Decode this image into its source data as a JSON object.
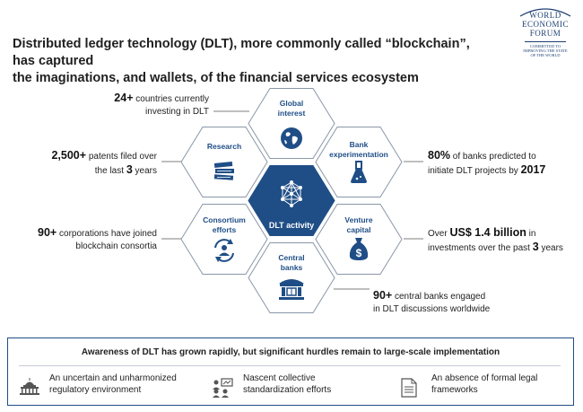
{
  "title": {
    "line1": "Distributed ledger technology (DLT), more commonly called “blockchain”, has captured",
    "line2": "the imaginations, and wallets, of the financial services ecosystem"
  },
  "logo": {
    "line1": "WORLD",
    "line2": "ECONOMIC",
    "line3": "FORUM",
    "tagline1": "COMMITTED TO",
    "tagline2": "IMPROVING THE STATE",
    "tagline3": "OF THE WORLD"
  },
  "hexagons": {
    "global": {
      "line1": "Global",
      "line2": "interest",
      "icon": "globe-icon"
    },
    "research": {
      "line1": "Research",
      "icon": "books-icon"
    },
    "bank_exp": {
      "line1": "Bank",
      "line2": "experimentation",
      "icon": "flask-icon"
    },
    "center": {
      "line1": "DLT activity",
      "icon": "network-icon"
    },
    "consortium": {
      "line1": "Consortium",
      "line2": "efforts",
      "icon": "cycle-people-icon"
    },
    "venture": {
      "line1": "Venture",
      "line2": "capital",
      "icon": "money-bag-icon"
    },
    "central_banks": {
      "line1": "Central",
      "line2": "banks",
      "icon": "bank-building-icon"
    }
  },
  "stats": {
    "countries": {
      "bold": "24+",
      "text1": " countries currently",
      "text2": "investing in DLT"
    },
    "patents": {
      "bold": "2,500+",
      "text1": " patents filed over",
      "text2a": "the last ",
      "bold2": "3",
      "text2b": " years"
    },
    "corporations": {
      "bold": "90+",
      "text1": " corporations have joined",
      "text2": "blockchain consortia"
    },
    "banks_predicted": {
      "bold": "80%",
      "text1": " of banks predicted to",
      "text2a": "initiate DLT projects by ",
      "bold2": "2017"
    },
    "investments": {
      "text1a": "Over ",
      "bold": "US$ 1.4 billion",
      "text1b": " in",
      "text2a": "investments over the past ",
      "bold2": "3",
      "text2b": " years"
    },
    "central_banks": {
      "bold": "90+",
      "text1": " central banks engaged",
      "text2": "in DLT discussions worldwide"
    }
  },
  "hurdles": {
    "heading": "Awareness of DLT has grown rapidly, but significant hurdles remain to large-scale implementation",
    "items": [
      {
        "line1": "An uncertain and unharmonized",
        "line2": "regulatory environment",
        "icon": "capitol-icon"
      },
      {
        "line1": "Nascent collective",
        "line2": "standardization efforts",
        "icon": "people-presentation-icon"
      },
      {
        "line1": "An absence of formal legal",
        "line2": "frameworks",
        "icon": "document-icon"
      }
    ]
  },
  "colors": {
    "accent": "#1f4e86",
    "hex_border": "#8a96a8",
    "text": "#222222"
  }
}
